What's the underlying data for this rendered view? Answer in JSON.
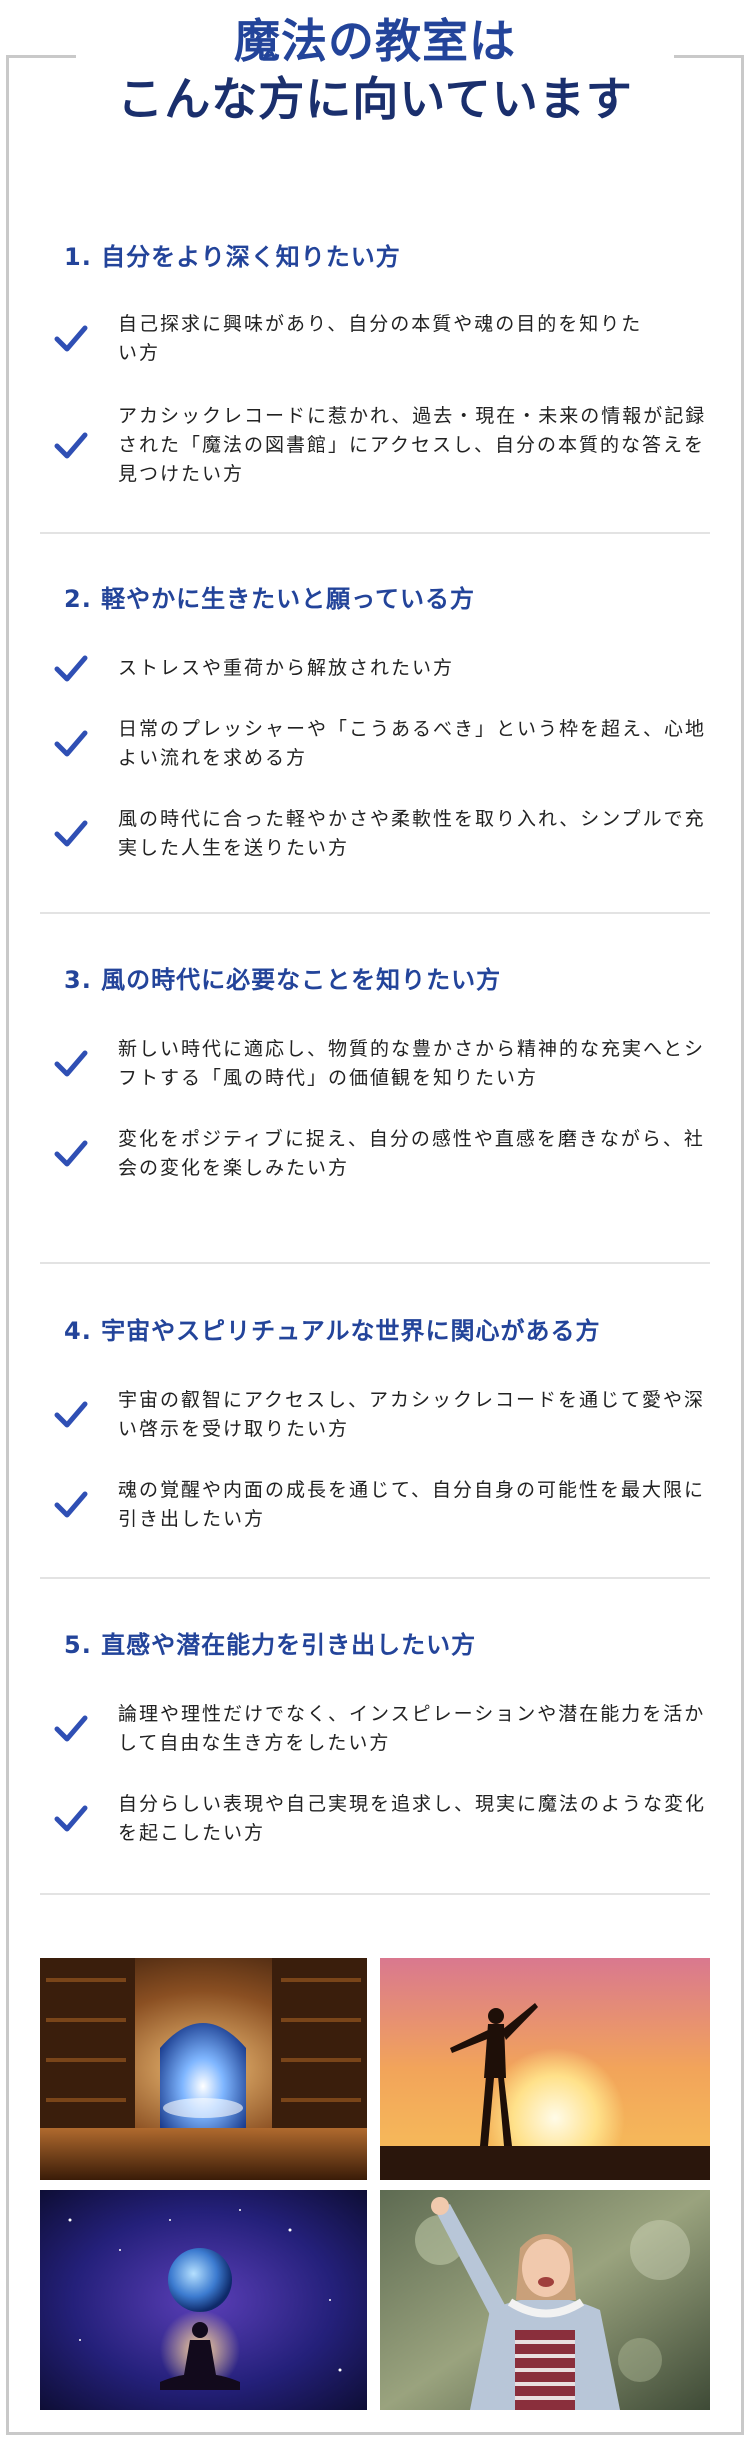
{
  "header": {
    "title_line1": "魔法の教室は",
    "title_line2": "こんな方に向いています"
  },
  "sections": [
    {
      "heading": "1. 自分をより深く知りたい方",
      "items": [
        "自己探求に興味があり、自分の本質や魂の目的を知りたい方",
        "アカシックレコードに惹かれ、過去・現在・未来の情報が記録された「魔法の図書館」にアクセスし、自分の本質的な答えを見つけたい方"
      ]
    },
    {
      "heading": "2. 軽やかに生きたいと願っている方",
      "items": [
        "ストレスや重荷から解放されたい方",
        "日常のプレッシャーや「こうあるべき」という枠を超え、心地よい流れを求める方",
        "風の時代に合った軽やかさや柔軟性を取り入れ、シンプルで充実した人生を送りたい方"
      ]
    },
    {
      "heading": "3. 風の時代に必要なことを知りたい方",
      "items": [
        "新しい時代に適応し、物質的な豊かさから精神的な充実へとシフトする「風の時代」の価値観を知りたい方",
        "変化をポジティブに捉え、自分の感性や直感を磨きながら、社会の変化を楽しみたい方"
      ]
    },
    {
      "heading": "4. 宇宙やスピリチュアルな世界に関心がある方",
      "items": [
        "宇宙の叡智にアクセスし、アカシックレコードを通じて愛や深い啓示を受け取りたい方",
        "魂の覚醒や内面の成長を通じて、自分自身の可能性を最大限に引き出したい方"
      ]
    },
    {
      "heading": "5. 直感や潜在能力を引き出したい方",
      "items": [
        "論理や理性だけでなく、インスピレーションや潜在能力を活かして自由な生き方をしたい方",
        "自分らしい表現や自己実現を追求し、現実に魔法のような変化を起こしたい方"
      ]
    }
  ],
  "icons": {
    "check": "check-icon"
  },
  "colors": {
    "accent": "#23449a",
    "title_dark": "#1a2f6d",
    "check": "#2f4fb4",
    "frame": "#c9c9c9"
  }
}
